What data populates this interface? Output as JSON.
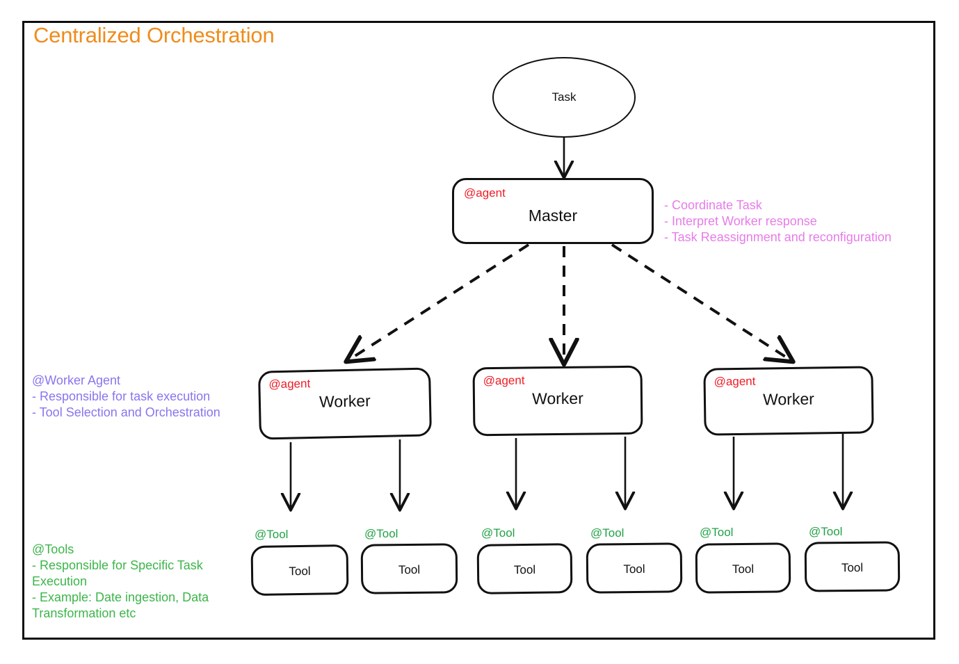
{
  "diagram": {
    "title": "Centralized Orchestration",
    "title_color": "#ef8c1c",
    "frame_color": "#0d0d0d",
    "background": "#ffffff"
  },
  "nodes": {
    "task": {
      "label": "Task",
      "shape": "ellipse"
    },
    "master": {
      "label": "Master",
      "tag": "@agent",
      "tag_color": "#ee1c25",
      "shape": "rounded-rect"
    },
    "workers": [
      {
        "label": "Worker",
        "tag": "@agent"
      },
      {
        "label": "Worker",
        "tag": "@agent"
      },
      {
        "label": "Worker",
        "tag": "@agent"
      }
    ],
    "tools": [
      {
        "label": "Tool",
        "tag": "@Tool"
      },
      {
        "label": "Tool",
        "tag": "@Tool"
      },
      {
        "label": "Tool",
        "tag": "@Tool"
      },
      {
        "label": "Tool",
        "tag": "@Tool"
      },
      {
        "label": "Tool",
        "tag": "@Tool"
      },
      {
        "label": "Tool",
        "tag": "@Tool"
      }
    ]
  },
  "annotations": {
    "master_notes": {
      "color": "#e77ce8",
      "lines": [
        "- Coordinate Task",
        "- Interpret Worker response",
        "- Task Reassignment and reconfiguration"
      ],
      "text": "- Coordinate Task\n- Interpret Worker response\n- Task Reassignment and reconfiguration"
    },
    "worker_notes": {
      "color": "#8a74ef",
      "lines": [
        "@Worker Agent",
        "- Responsible for task execution",
        "- Tool Selection and Orchestration"
      ],
      "text": "@Worker Agent\n- Responsible for task execution\n- Tool Selection and Orchestration"
    },
    "tool_notes": {
      "color": "#3cb54a",
      "lines": [
        "@Tools",
        "- Responsible for Specific Task",
        "Execution",
        "- Example: Date ingestion, Data",
        "Transformation etc"
      ],
      "text": "@Tools\n- Responsible for Specific Task\nExecution\n- Example: Date ingestion, Data\nTransformation etc"
    }
  },
  "edges": {
    "task_to_master": {
      "style": "solid",
      "arrow": "end"
    },
    "master_to_workers": {
      "style": "dashed",
      "arrow": "end",
      "count": 3
    },
    "workers_to_tools": {
      "style": "solid",
      "arrow": "end",
      "count": 6
    }
  }
}
